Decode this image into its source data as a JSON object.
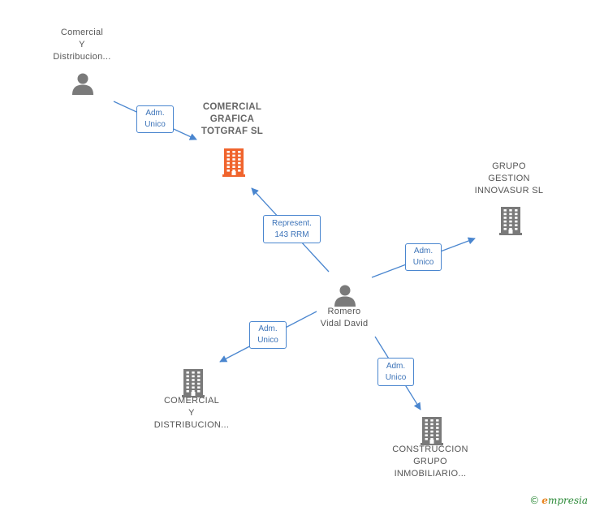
{
  "nodes": [
    {
      "id": "person-top",
      "kind": "person",
      "lines": [
        "Comercial",
        "Y",
        "Distribucion..."
      ]
    },
    {
      "id": "main-company",
      "kind": "company-main",
      "lines": [
        "COMERCIAL",
        "GRAFICA",
        "TOTGRAF  SL"
      ]
    },
    {
      "id": "grupo-gestion",
      "kind": "company",
      "lines": [
        "GRUPO",
        "GESTION",
        "INNOVASUR SL"
      ]
    },
    {
      "id": "romero",
      "kind": "person",
      "lines": [
        "Romero",
        "Vidal David"
      ]
    },
    {
      "id": "comercial-dist",
      "kind": "company",
      "lines": [
        "COMERCIAL",
        "Y",
        "DISTRIBUCION..."
      ]
    },
    {
      "id": "construccion",
      "kind": "company",
      "lines": [
        "CONSTRUCCION",
        "GRUPO",
        "INMOBILIARIO..."
      ]
    }
  ],
  "edges": [
    {
      "id": "e1",
      "from": "person-top",
      "to": "main-company",
      "lines": [
        "Adm.",
        "Unico"
      ]
    },
    {
      "id": "e2",
      "from": "romero",
      "to": "main-company",
      "lines": [
        "Represent.",
        "143 RRM"
      ]
    },
    {
      "id": "e3",
      "from": "romero",
      "to": "grupo-gestion",
      "lines": [
        "Adm.",
        "Unico"
      ]
    },
    {
      "id": "e4",
      "from": "romero",
      "to": "comercial-dist",
      "lines": [
        "Adm.",
        "Unico"
      ]
    },
    {
      "id": "e5",
      "from": "romero",
      "to": "construccion",
      "lines": [
        "Adm.",
        "Unico"
      ]
    }
  ],
  "colors": {
    "edge": "#4a86cf",
    "main_company": "#f0642d",
    "company": "#7a7a7a",
    "person": "#7a7a7a"
  },
  "brand": {
    "symbol": "©",
    "initial": "e",
    "rest": "mpresia"
  }
}
